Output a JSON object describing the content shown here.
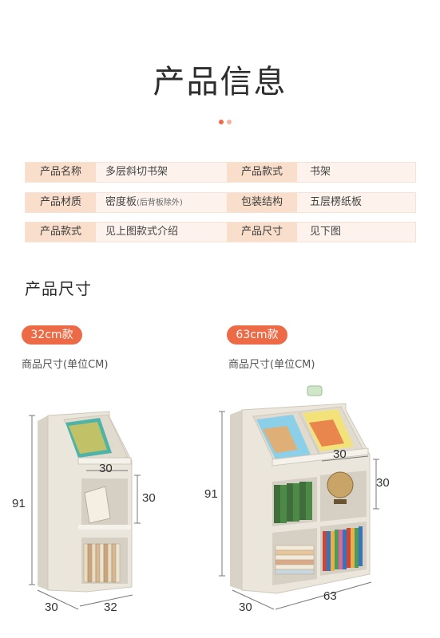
{
  "header": {
    "title": "产品信息",
    "dot_colors": [
      "#ec6a45",
      "#f3b6a3"
    ]
  },
  "info_table": {
    "rows": [
      {
        "label1": "产品名称",
        "value1": "多层斜切书架",
        "value1_note": "",
        "label2": "产品款式",
        "value2": "书架"
      },
      {
        "label1": "产品材质",
        "value1": "密度板",
        "value1_note": "(后背板除外)",
        "label2": "包装结构",
        "value2": "五层楞纸板"
      },
      {
        "label1": "产品款式",
        "value1": "见上图款式介绍",
        "value1_note": "",
        "label2": "产品尺寸",
        "value2": "见下图"
      }
    ]
  },
  "size_section": {
    "title": "产品尺寸",
    "variants": [
      {
        "tag": "32cm款",
        "caption": "商品尺寸(单位CM)",
        "dims": {
          "height": "91",
          "shelf": "30",
          "section": "30",
          "depth": "30",
          "width": "32"
        }
      },
      {
        "tag": "63cm款",
        "caption": "商品尺寸(单位CM)",
        "dims": {
          "height": "91",
          "shelf": "30",
          "section": "30",
          "depth": "30",
          "width": "63"
        }
      }
    ]
  },
  "colors": {
    "accent": "#ec6a45",
    "label_bg": "#f9dfcb",
    "row_bg": "#fdf3ec",
    "shelf_body": "#ebe6dc",
    "shelf_side": "#d9d3c7"
  }
}
